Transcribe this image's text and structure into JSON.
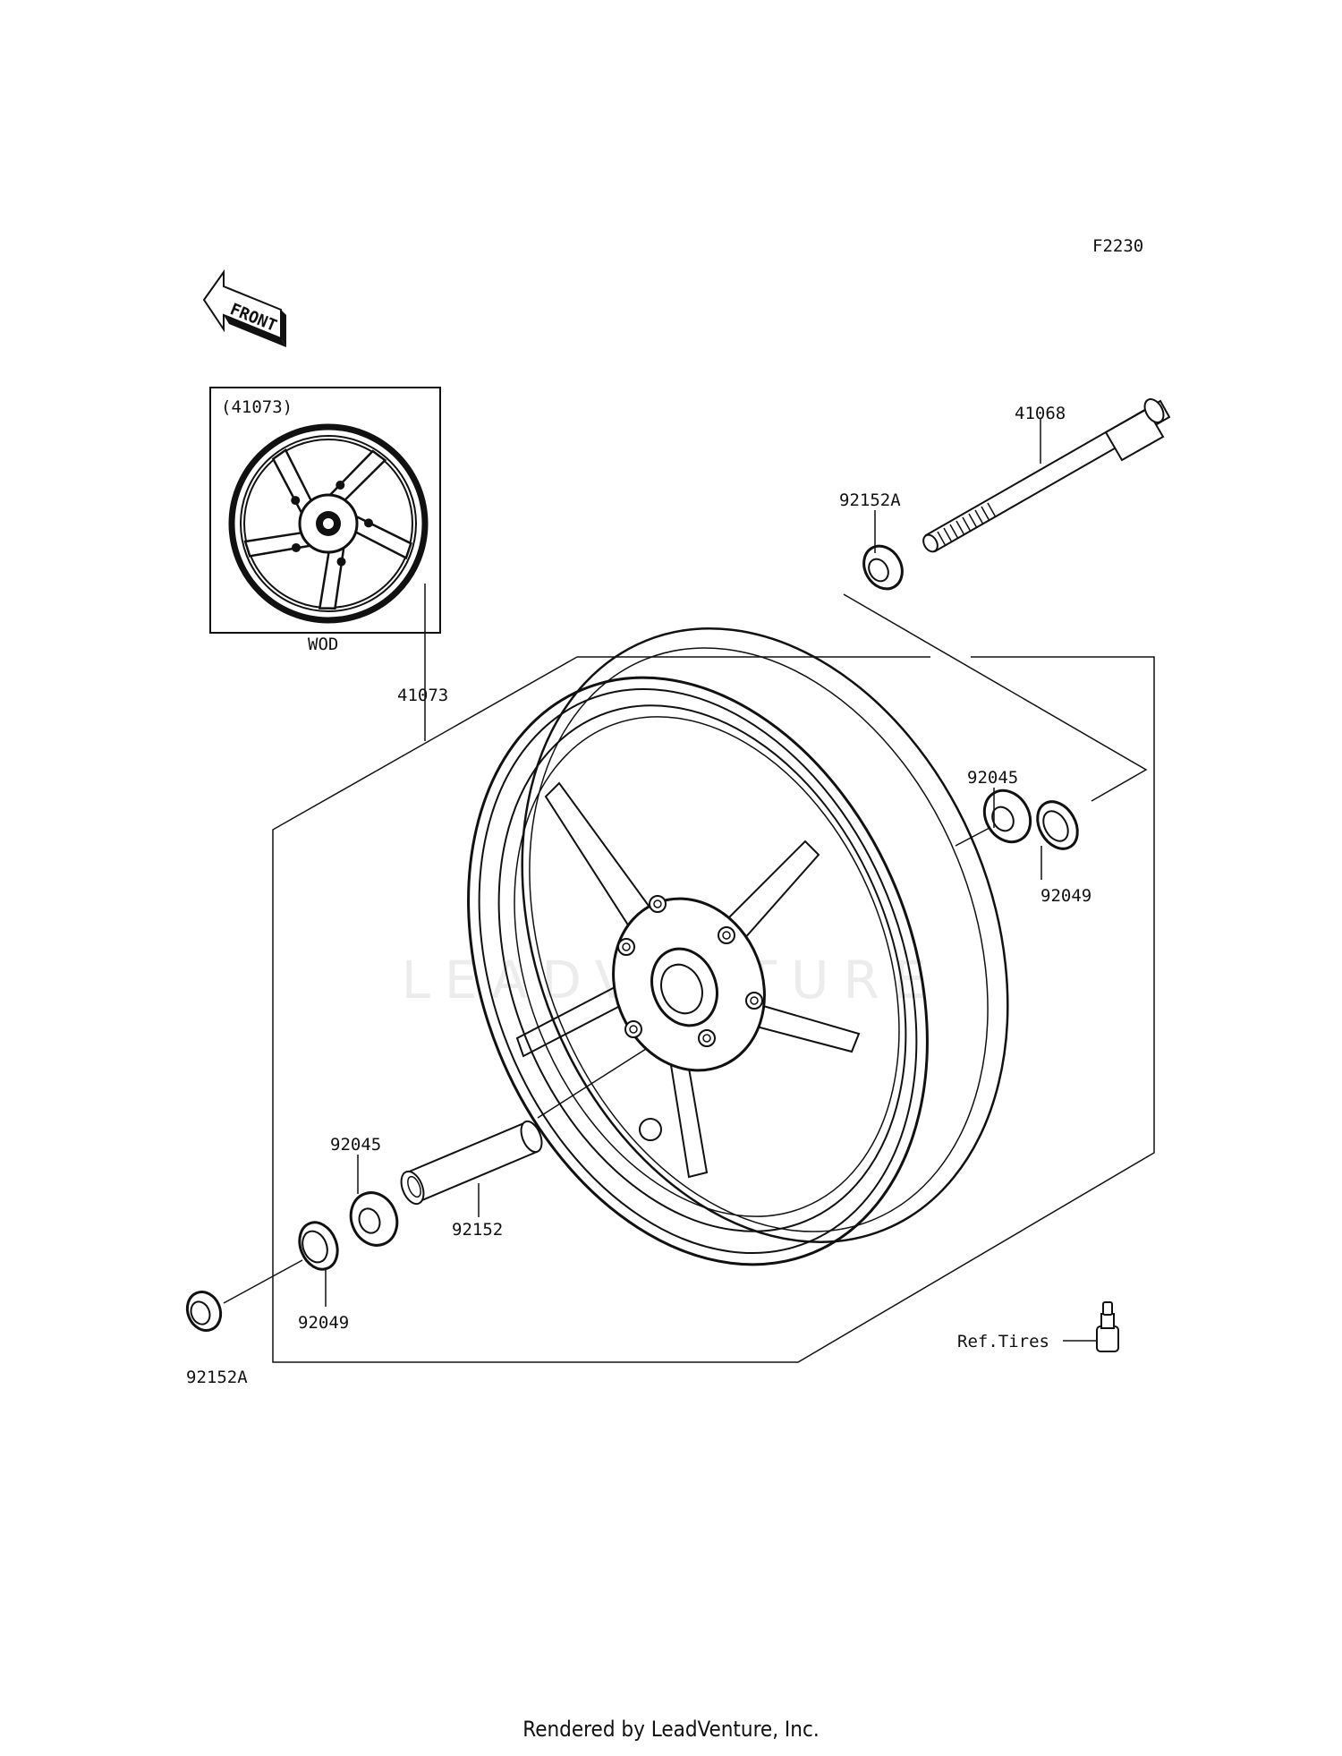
{
  "diagram_code": "F2230",
  "front_label": "FRONT",
  "inset": {
    "part_label": "(41073)",
    "caption": "WOD"
  },
  "parts": {
    "wheel": "41073",
    "axle": "41068",
    "collar_right": "92152A",
    "collar_left": "92152A",
    "bearing_right": "92045",
    "bearing_left": "92045",
    "seal_right": "92049",
    "seal_left": "92049",
    "spacer": "92152"
  },
  "ref_tires": "Ref.Tires",
  "watermark": "LEADVENTURE",
  "footer": "Rendered by LeadVenture, Inc."
}
